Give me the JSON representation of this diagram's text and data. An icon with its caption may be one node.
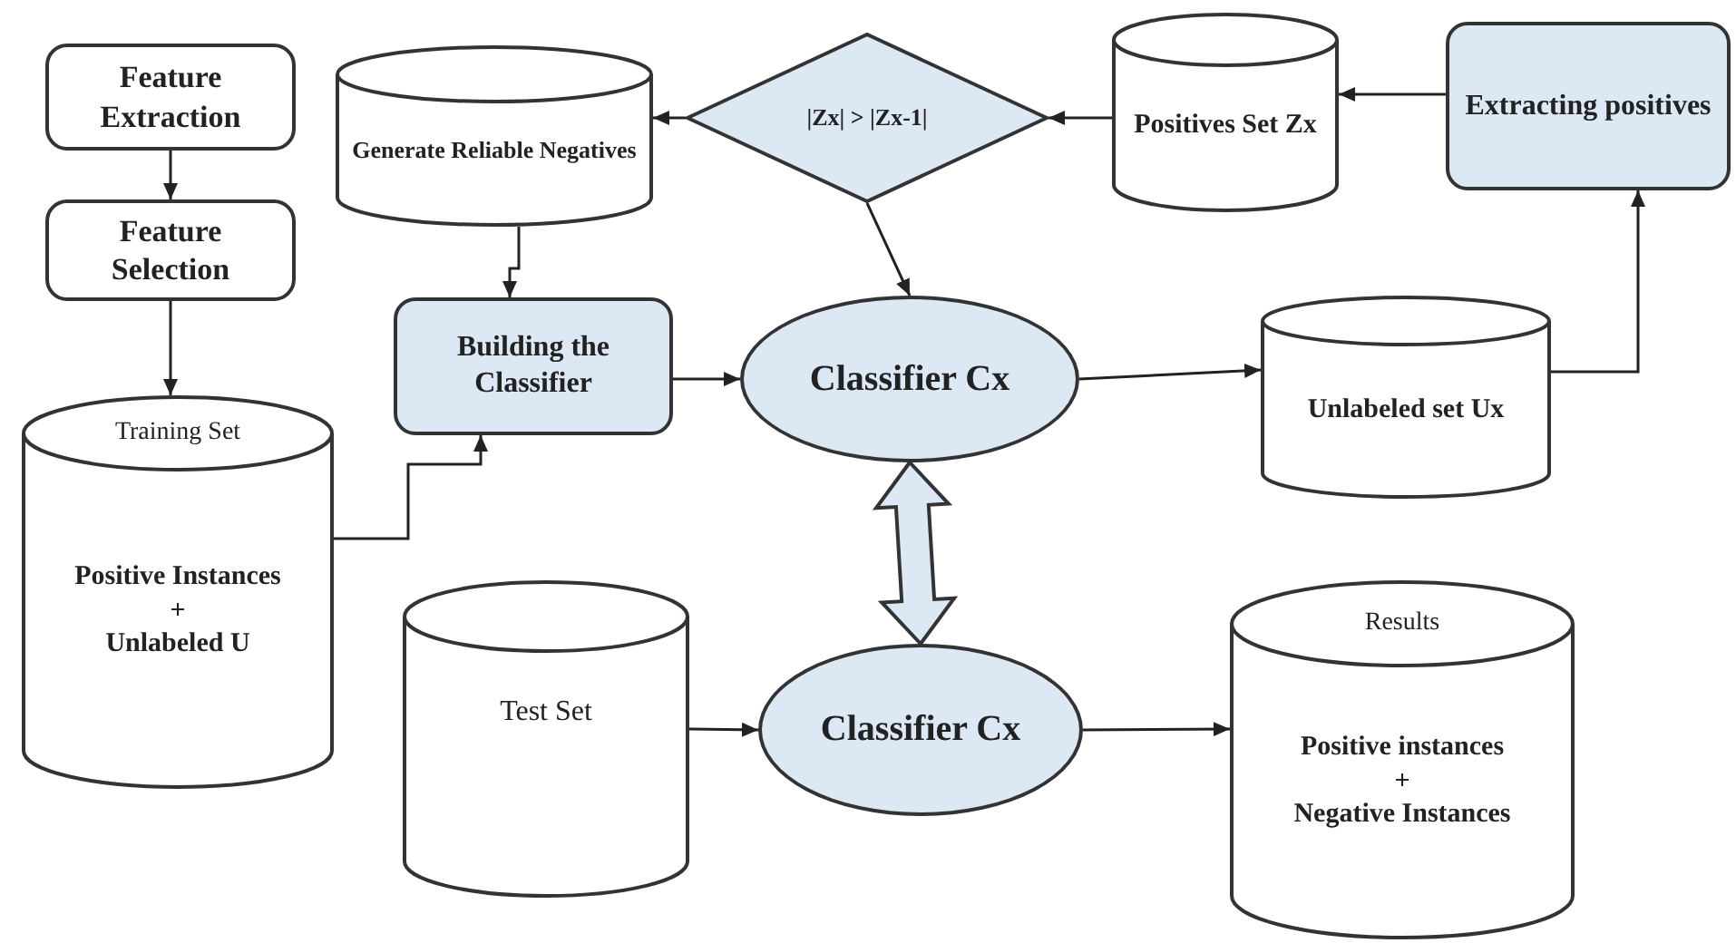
{
  "diagram": {
    "nodes": [
      {
        "text": [
          "Feature Extraction"
        ]
      },
      {
        "text": [
          "Feature Selection"
        ]
      },
      {
        "text": [
          "Training Set",
          "Positive Instances + Unlabeled U"
        ]
      },
      {
        "text": [
          "Generate Reliable Negatives"
        ]
      },
      {
        "text": [
          "Building the Classifier"
        ]
      },
      {
        "text": [
          "|Zx| > |Zx-1|"
        ]
      },
      {
        "text": [
          "Positives Set Zx"
        ]
      },
      {
        "text": [
          "Extracting positives"
        ]
      },
      {
        "text": [
          "Classifier Cx"
        ]
      },
      {
        "text": [
          "Unlabeled set Ux"
        ]
      },
      {
        "text": [
          "Test Set"
        ]
      },
      {
        "text": [
          "Classifier Cx"
        ]
      },
      {
        "text": [
          "Results",
          "Positive instances + Negative Instances"
        ]
      }
    ],
    "edges": [
      {
        "from": 0,
        "to": 1,
        "arrow": "to"
      },
      {
        "from": 1,
        "to": 2,
        "arrow": "to"
      },
      {
        "from": 2,
        "to": 4,
        "arrow": "to"
      },
      {
        "from": 3,
        "to": 4,
        "arrow": "to"
      },
      {
        "from": 5,
        "to": 3,
        "arrow": "to"
      },
      {
        "from": 6,
        "to": 5,
        "arrow": "to"
      },
      {
        "from": 7,
        "to": 6,
        "arrow": "to"
      },
      {
        "from": 5,
        "to": 8,
        "arrow": "to"
      },
      {
        "from": 4,
        "to": 8,
        "arrow": "to"
      },
      {
        "from": 8,
        "to": 9,
        "arrow": "to"
      },
      {
        "from": 9,
        "to": 7,
        "arrow": "to"
      },
      {
        "from": 8,
        "to": 11,
        "arrow": "both",
        "style": "thick"
      },
      {
        "from": 10,
        "to": 11,
        "arrow": "to"
      },
      {
        "from": 11,
        "to": 12,
        "arrow": "to"
      }
    ]
  }
}
